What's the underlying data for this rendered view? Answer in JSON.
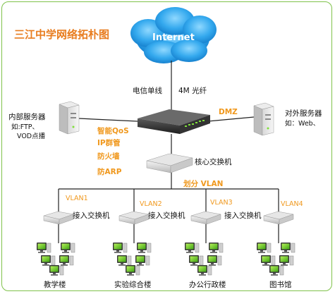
{
  "title": "三江中学网络拓朴图",
  "cloud": {
    "label": "Internet"
  },
  "uplink": {
    "left_label": "电信单线",
    "right_label": "4M 光纤"
  },
  "core_router": {
    "features": [
      "智能QoS",
      "IP群管",
      "防火墙",
      "防ARP"
    ]
  },
  "dmz_label": "DMZ",
  "internal_server": {
    "label_line1": "内部服务器",
    "label_line2": "如:FTP、",
    "label_line3": "VOD点播"
  },
  "external_server": {
    "label_line1": "对外服务器",
    "label_line2": "如：Web、"
  },
  "core_switch": {
    "label": "核心交换机"
  },
  "vlan_label": "划分  VLAN",
  "access_label": "接入交换机",
  "branches": [
    {
      "vlan": "VLAN1",
      "access": "接入交换机",
      "building": "教学楼"
    },
    {
      "vlan": "VLAN2",
      "access": "接入交换机",
      "building": "实验综合楼"
    },
    {
      "vlan": "VLAN3",
      "access": "接入交换机",
      "building": "办公行政楼"
    },
    {
      "vlan": "VLAN4",
      "access": "",
      "building": "图书馆"
    }
  ],
  "colors": {
    "border": "#7fc24a",
    "title": "#e87c1e",
    "accent": "#f0981d",
    "cloud": "#2ea3e8",
    "screen": "#7ed321"
  }
}
